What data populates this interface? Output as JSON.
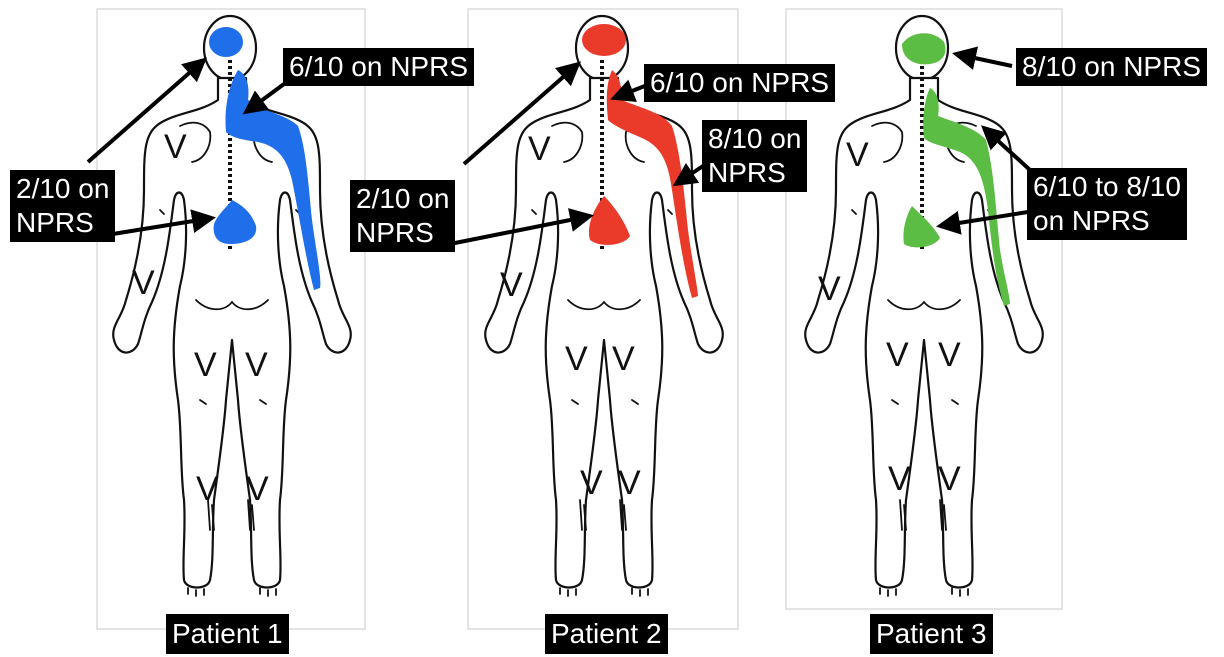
{
  "patients": [
    {
      "caption": "Patient 1",
      "color": "#1f6fea",
      "labels": [
        {
          "lines": [
            "6/10 on NPRS"
          ]
        },
        {
          "lines": [
            "2/10 on",
            "NPRS"
          ]
        }
      ]
    },
    {
      "caption": "Patient 2",
      "color": "#ea3a2a",
      "labels": [
        {
          "lines": [
            "6/10 on NPRS"
          ]
        },
        {
          "lines": [
            "8/10 on",
            "NPRS"
          ]
        },
        {
          "lines": [
            "2/10 on",
            "NPRS"
          ]
        }
      ]
    },
    {
      "caption": "Patient 3",
      "color": "#5cbd45",
      "labels": [
        {
          "lines": [
            "8/10 on NPRS"
          ]
        },
        {
          "lines": [
            "6/10 to 8/10",
            "on NPRS"
          ]
        }
      ]
    }
  ],
  "body_marks": [
    "V",
    "V",
    "V",
    "V",
    "V",
    "V"
  ],
  "icons": {
    "pain_region": "shaded-pain-area",
    "pointer": "arrow"
  }
}
